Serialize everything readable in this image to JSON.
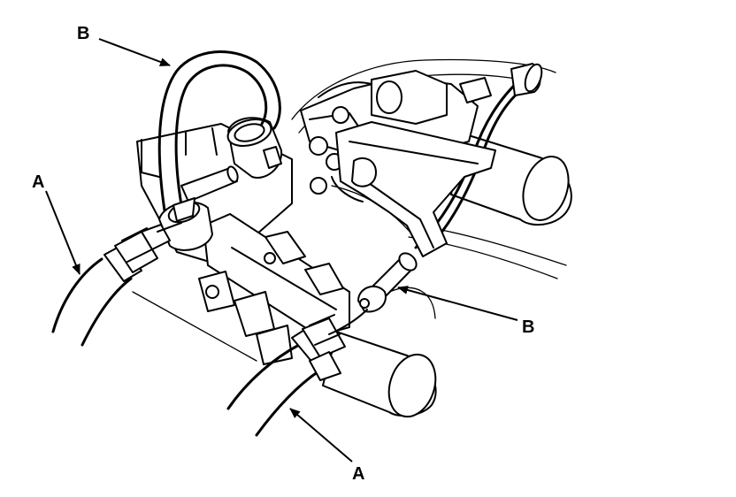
{
  "callouts": {
    "b_top": "B",
    "a_left": "A",
    "b_right": "B",
    "a_bottom": "A"
  },
  "colors": {
    "line": "#000000",
    "background": "#ffffff"
  }
}
